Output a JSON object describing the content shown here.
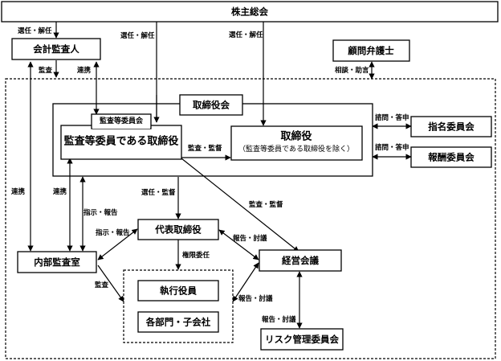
{
  "nodes": {
    "shareholders": "株主総会",
    "accounting_auditor": "会計監査人",
    "legal_advisor": "顧問弁護士",
    "board": "取締役会",
    "audit_committee": "監査等委員会",
    "audit_directors": "監査等委員である取締役",
    "directors_title": "取締役",
    "directors_sub": "（監査等委員である取締役を除く）",
    "nomination_committee": "指名委員会",
    "compensation_committee": "報酬委員会",
    "representative_director": "代表取締役",
    "internal_audit": "内部監査室",
    "management_meeting": "経営会議",
    "executive_officers": "執行役員",
    "departments": "各部門・子会社",
    "risk_committee": "リスク管理委員会"
  },
  "labels": {
    "appoint_dismiss_1": "選任・解任",
    "appoint_dismiss_2": "選任・解任",
    "appoint_dismiss_3": "選任・解任",
    "audit_1": "監査",
    "cooperation_1": "連携",
    "consult_advice": "相談・助言",
    "audit_supervise_1": "監査・監督",
    "inquiry_report_1": "諮問・答申",
    "inquiry_report_2": "諮問・答申",
    "cooperation_2": "連携",
    "cooperation_3": "連携",
    "instruct_report_1": "指示・報告",
    "instruct_report_2": "指示・報告",
    "appoint_supervise": "選任・監督",
    "audit_supervise_2": "監査・監督",
    "report_discuss_1": "報告・討議",
    "delegation": "権限委任",
    "audit_2": "監査",
    "report_discuss_2": "報告・討議",
    "report_discuss_3": "報告・討議"
  }
}
